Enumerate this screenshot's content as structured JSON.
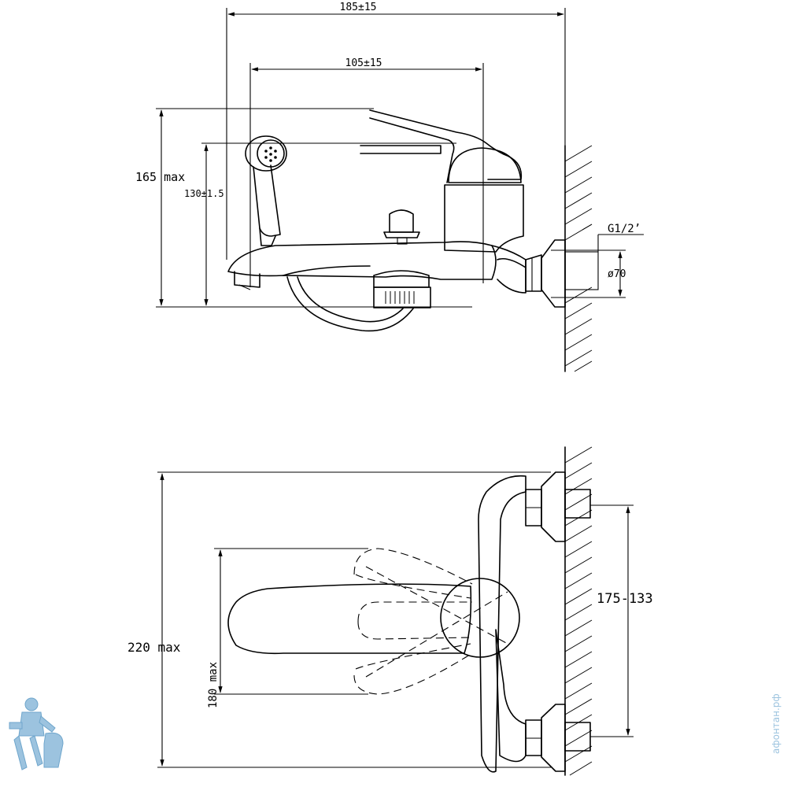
{
  "side_view": {
    "dim_overall_width": "185±15",
    "dim_spout_offset": "105±15",
    "dim_height_max": "165 max",
    "dim_shower_height": "130±1.5",
    "thread_label": "G1/2’",
    "dim_flange_diameter": "ø70"
  },
  "top_view": {
    "dim_depth_max": "220 max",
    "dim_handle_length": "180 max",
    "dim_center_distance": "175-133"
  },
  "watermark": {
    "text": "афонтан.рф",
    "mascot_icon": "plumber-mascot-icon",
    "color": "#9cc3df"
  }
}
